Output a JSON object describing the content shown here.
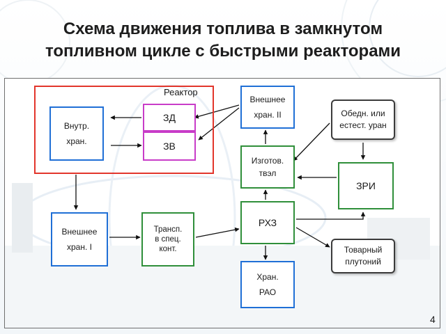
{
  "slide": {
    "title_line1": "Схема движения топлива в замкнутом",
    "title_line2": "топливном цикле с быстрыми реакторами",
    "page_number": "4"
  },
  "diagram": {
    "reactor_label": "Реактор",
    "nodes": {
      "internal_storage": {
        "line1": "Внутр.",
        "line2": "хран."
      },
      "zd": "ЗД",
      "zv": "ЗВ",
      "external_storage_2": {
        "line1": "Внешнее",
        "line2": "хран. II"
      },
      "fuel_fabrication": {
        "line1": "Изготов.",
        "line2": "твэл"
      },
      "uranium": {
        "line1": "Обедн. или",
        "line2": "естест. уран"
      },
      "zri": "ЗРИ",
      "external_storage_1": {
        "line1": "Внешнее",
        "line2": "хран. I"
      },
      "transport": {
        "line1": "Трансп.",
        "line2": "в спец.",
        "line3": "конт."
      },
      "rhz": "РХЗ",
      "plutonium": {
        "line1": "Товарный",
        "line2": "плутоний"
      },
      "rao_storage": {
        "line1": "Хран.",
        "line2": "РАО"
      }
    },
    "colors": {
      "storage_border": "#1f6fd6",
      "process_border": "#2f8f3a",
      "zone_border": "#c83cc8",
      "reactor_frame": "#e2352b",
      "product_border": "#3b3b3b"
    }
  }
}
